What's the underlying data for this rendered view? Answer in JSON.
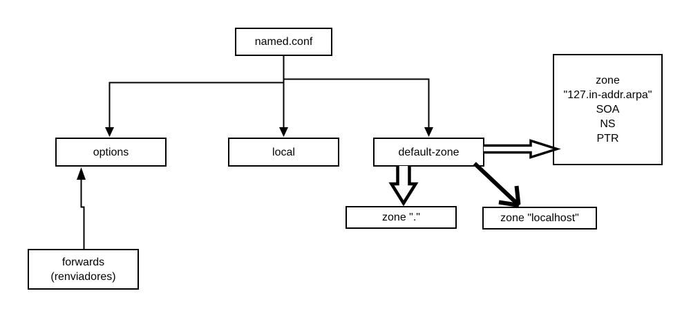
{
  "nodes": {
    "named_conf": {
      "label": "named.conf"
    },
    "options": {
      "label": "options"
    },
    "local": {
      "label": "local"
    },
    "default_zone": {
      "label": "default-zone"
    },
    "zone_127": {
      "lines": [
        "zone",
        "\"127.in-addr.arpa\"",
        "SOA",
        "NS",
        "PTR"
      ]
    },
    "zone_root": {
      "label": "zone \".\""
    },
    "zone_localhost": {
      "label": "zone \"localhost\""
    },
    "forwards": {
      "lines": [
        "forwards",
        "(renviadores)"
      ]
    }
  },
  "edges": [
    {
      "from": "named_conf",
      "to": "options",
      "style": "solid-line-arrow"
    },
    {
      "from": "named_conf",
      "to": "local",
      "style": "solid-line-arrow"
    },
    {
      "from": "named_conf",
      "to": "default_zone",
      "style": "solid-line-arrow"
    },
    {
      "from": "forwards",
      "to": "options",
      "style": "solid-line-arrow"
    },
    {
      "from": "default_zone",
      "to": "zone_127",
      "style": "open-block-arrow"
    },
    {
      "from": "default_zone",
      "to": "zone_root",
      "style": "open-block-arrow"
    },
    {
      "from": "default_zone",
      "to": "zone_localhost",
      "style": "thick-drawn-arrow"
    }
  ],
  "colors": {
    "stroke": "#000000",
    "fill": "#ffffff",
    "text": "#000000",
    "background": "#ffffff"
  }
}
